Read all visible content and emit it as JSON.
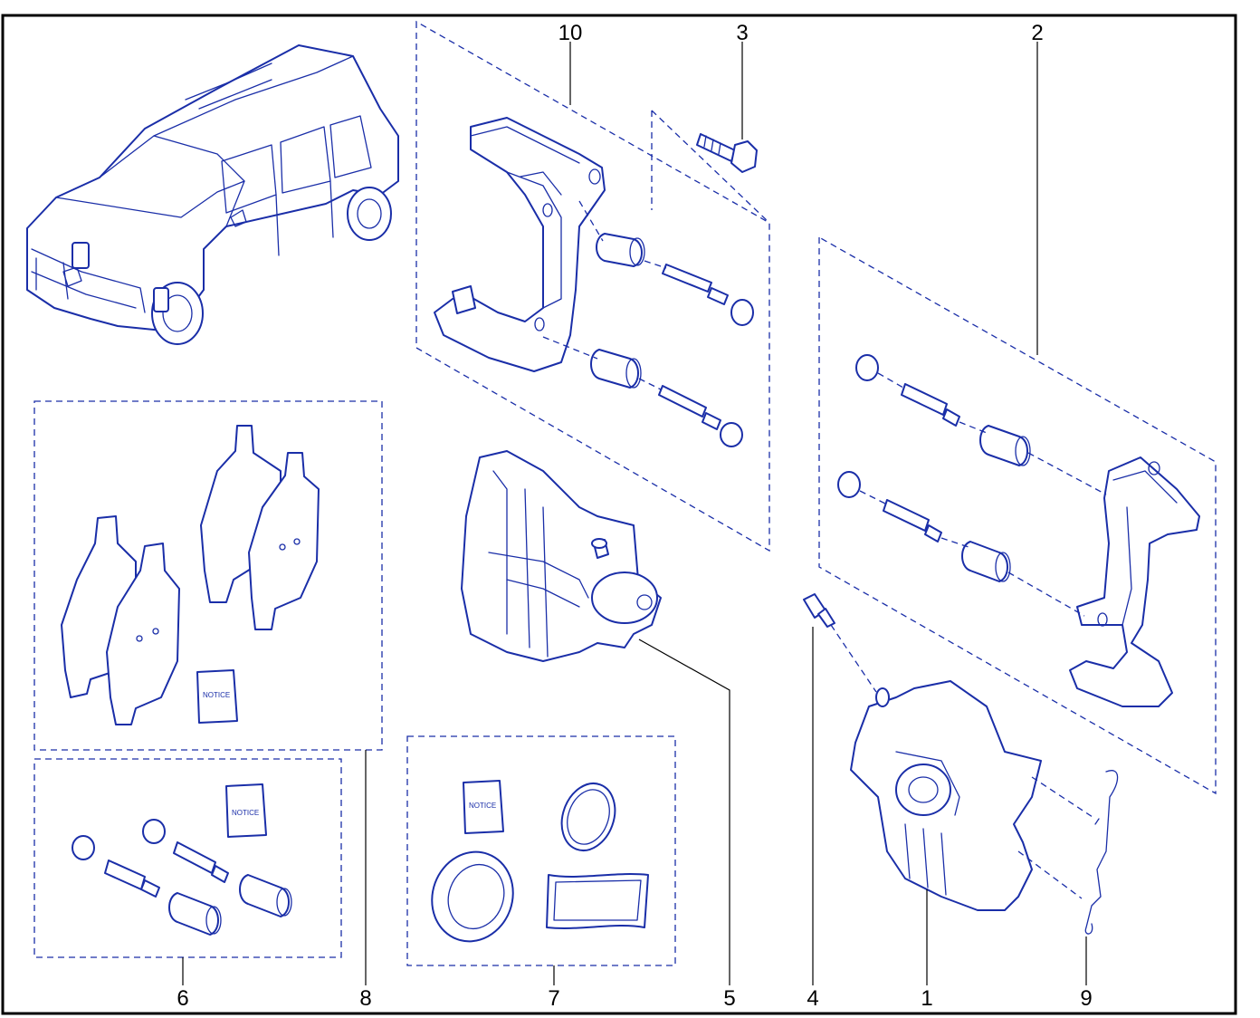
{
  "callouts": {
    "c1": "1",
    "c2": "2",
    "c3": "3",
    "c4": "4",
    "c5": "5",
    "c6": "6",
    "c7": "7",
    "c8": "8",
    "c9": "9",
    "c10": "10"
  },
  "booklets": {
    "pads_kit": "NOTICE",
    "guide_pin_kit": "NOTICE",
    "seal_kit": "NOTICE"
  },
  "colors": {
    "line_art": "#1a2ea8",
    "frame": "#000000",
    "background": "#ffffff"
  }
}
